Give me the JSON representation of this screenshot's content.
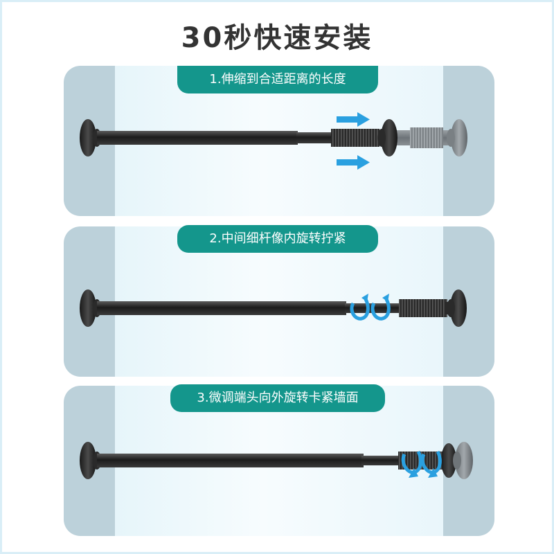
{
  "title": "30秒快速安装",
  "steps": [
    {
      "label": "1.伸缩到合适距离的长度",
      "hint": "arrow-right-icon"
    },
    {
      "label": "2.中间细杆像内旋转拧紧",
      "hint": "rotate-icon"
    },
    {
      "label": "3.微调端头向外旋转卡紧墙面",
      "hint": "rotate-icon"
    }
  ],
  "colors": {
    "accent": "#14968c",
    "wall": "#bcd1da",
    "glass": "#eef8fb",
    "rod": "#2a2a2a",
    "arrow": "#2aa0e0"
  }
}
